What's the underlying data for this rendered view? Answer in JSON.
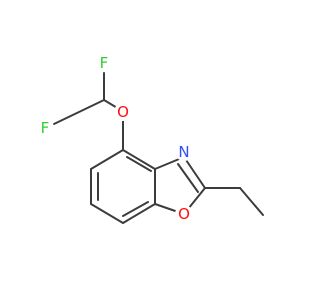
{
  "atoms": {
    "f_top": {
      "symbol": "F",
      "color": "#33cc33"
    },
    "f_left": {
      "symbol": "F",
      "color": "#33cc33"
    },
    "o_ether": {
      "symbol": "O",
      "color": "#ff0d0d"
    },
    "n_ring": {
      "symbol": "N",
      "color": "#3050f8"
    },
    "o_ring": {
      "symbol": "O",
      "color": "#ff0d0d"
    }
  },
  "colors": {
    "bond": "#3c3c3c",
    "background": "#ffffff"
  }
}
